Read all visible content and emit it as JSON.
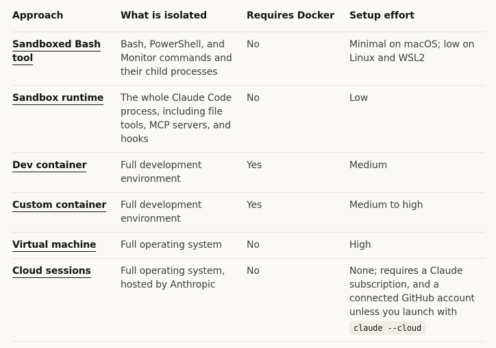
{
  "table": {
    "headers": [
      "Approach",
      "What is isolated",
      "Requires Docker",
      "Setup effort"
    ],
    "rows": [
      {
        "approach": "Sandboxed Bash tool",
        "isolated": "Bash, PowerShell, and Monitor commands and their child processes",
        "docker": "No",
        "effort": "Minimal on macOS; low on Linux and WSL2"
      },
      {
        "approach": "Sandbox runtime",
        "isolated": "The whole Claude Code process, including file tools, MCP servers, and hooks",
        "docker": "No",
        "effort": "Low"
      },
      {
        "approach": "Dev container",
        "isolated": "Full development environment",
        "docker": "Yes",
        "effort": "Medium"
      },
      {
        "approach": "Custom container",
        "isolated": "Full development environment",
        "docker": "Yes",
        "effort": "Medium to high"
      },
      {
        "approach": "Virtual machine",
        "isolated": "Full operating system",
        "docker": "No",
        "effort": "High"
      },
      {
        "approach": "Cloud sessions",
        "isolated": "Full operating system, hosted by Anthropic",
        "docker": "No",
        "effort": "None; requires a Claude subscription, and a connected GitHub account unless you launch with",
        "effort_code": "claude --cloud"
      }
    ]
  }
}
